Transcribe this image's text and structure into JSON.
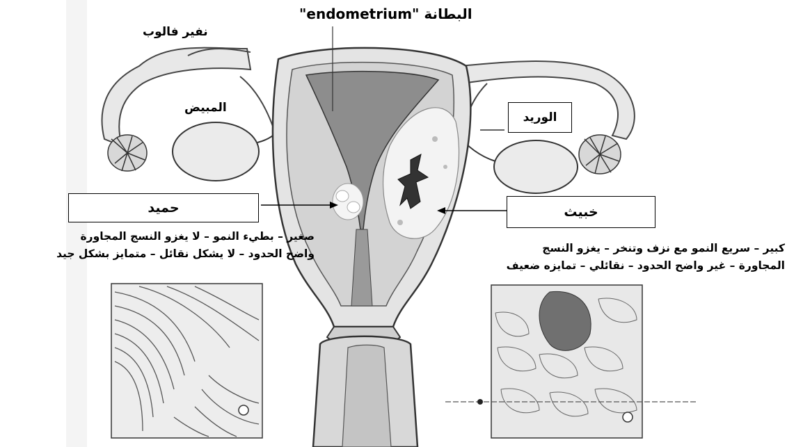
{
  "labels": {
    "endometrium": "البطانة \"endometrium\"",
    "fallopian_tube": "نفير فالوب",
    "ovary": "المبيض",
    "vein": "الوريد"
  },
  "benign": {
    "title": "حميد",
    "line1": "صغير – بطيء النمو – لا يغزو النسج المجاورة",
    "line2": "واضح الحدود – لا يشكل نقائل – متمايز بشكل جيد"
  },
  "malignant": {
    "title": "خبيث",
    "line1": "كبير – سريع النمو مع نزف وتنخر – يغزو النسج",
    "line2": "المجاورة – غير واضح الحدود – نقائلي – تمايزه ضعيف"
  }
}
